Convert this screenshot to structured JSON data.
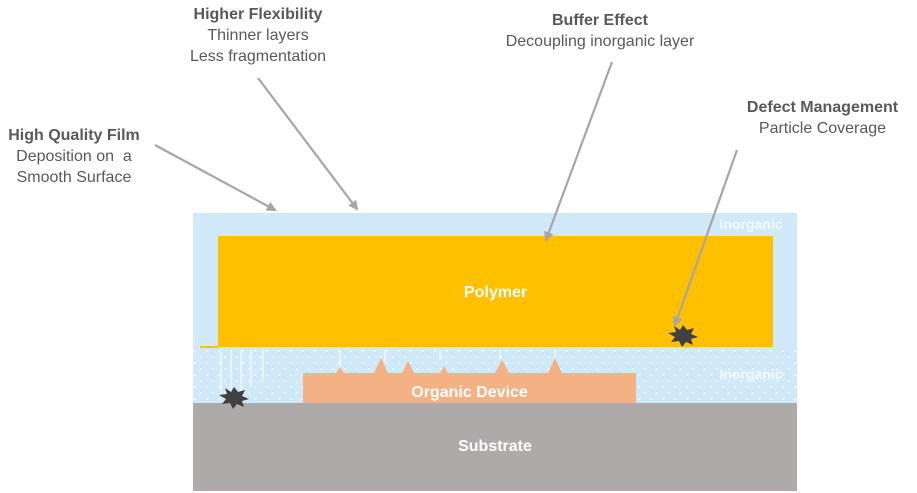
{
  "annotations": {
    "flexibility": {
      "title": "Higher Flexibility",
      "line1": "Thinner layers",
      "line2": "Less fragmentation"
    },
    "buffer": {
      "title": "Buffer Effect",
      "line1": "Decoupling inorganic layer"
    },
    "defect": {
      "title": "Defect Management",
      "line1": "Particle Coverage"
    },
    "quality": {
      "title": "High Quality Film",
      "line1": "Deposition on  a",
      "line2": "Smooth Surface"
    }
  },
  "layers": {
    "inorganic_top": "Inorganic",
    "polymer": "Polymer",
    "inorganic_bottom": "Inorganic",
    "organic_device": "Organic Device",
    "substrate": "Substrate"
  },
  "colors": {
    "inorganic": "#cfe9f8",
    "polymer": "#ffc000",
    "organic_device": "#f4b183",
    "substrate": "#aeaaaa",
    "arrow": "#a6a6a6",
    "defect": "#404040"
  }
}
